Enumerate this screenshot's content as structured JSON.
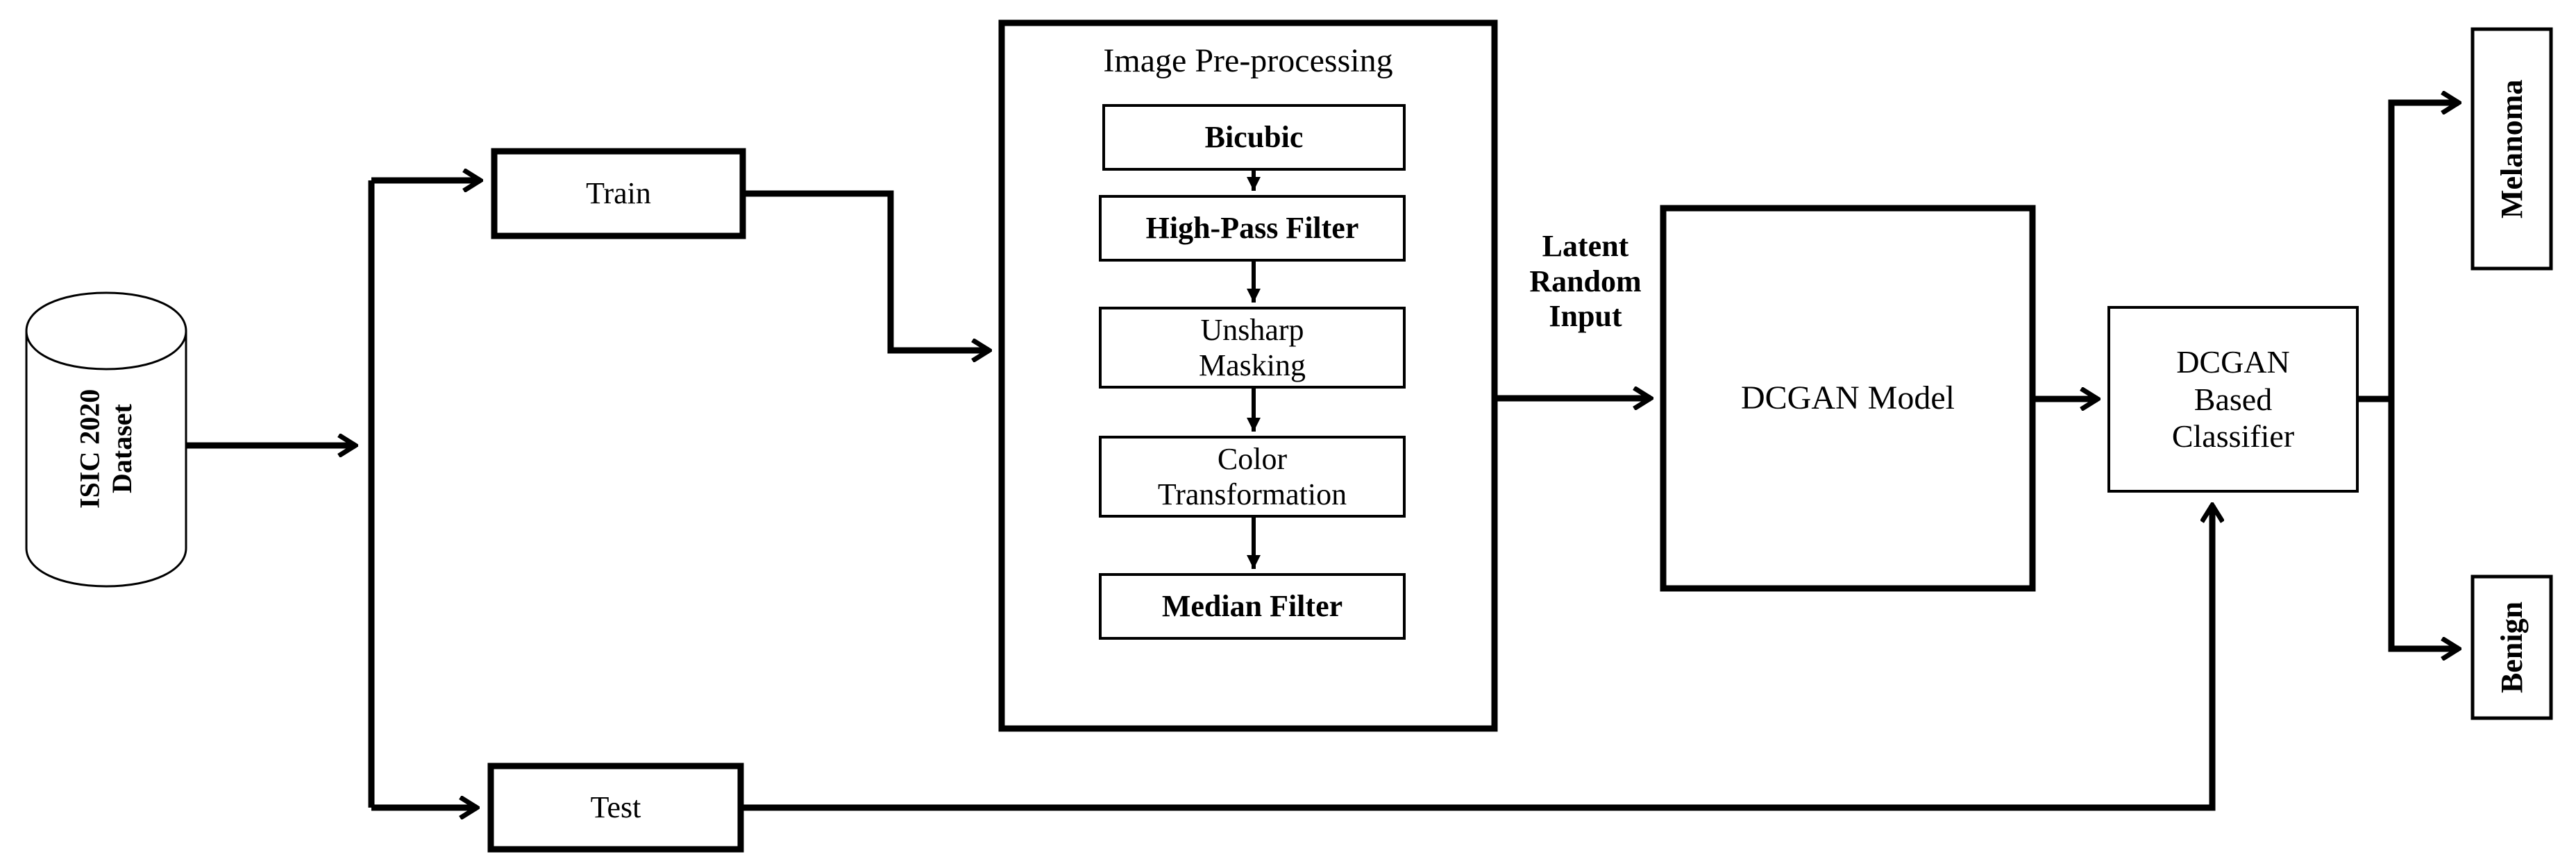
{
  "diagram": {
    "title": "DCGAN-based melanoma classification pipeline flowchart",
    "stroke_color": "#000000",
    "background_color": "#ffffff",
    "fill_color": "#ffffff"
  },
  "nodes": {
    "dataset": {
      "label": "ISIC 2020\nDataset",
      "shape": "cylinder",
      "orientation": "vertical-text"
    },
    "train": {
      "label": "Train",
      "shape": "rectangle"
    },
    "test": {
      "label": "Test",
      "shape": "rectangle"
    },
    "preprocessing": {
      "title": "Image Pre-processing",
      "shape": "container",
      "steps": [
        {
          "label": "Bicubic"
        },
        {
          "label": "High-Pass Filter"
        },
        {
          "label": "Unsharp\nMasking"
        },
        {
          "label": "Color\nTransformation"
        },
        {
          "label": "Median Filter"
        }
      ]
    },
    "dcgan_model": {
      "label": "DCGAN Model",
      "shape": "rectangle"
    },
    "classifier": {
      "label": "DCGAN\nBased\nClassifier",
      "shape": "rectangle"
    },
    "melanoma": {
      "label": "Melanoma",
      "shape": "rectangle",
      "orientation": "vertical-text"
    },
    "benign": {
      "label": "Benign",
      "shape": "rectangle",
      "orientation": "vertical-text"
    }
  },
  "annotations": {
    "latent_input": "Latent\nRandom\nInput"
  },
  "edges": [
    {
      "name": "dataset-to-split",
      "from": "dataset",
      "to": "split-junction"
    },
    {
      "name": "split-to-train",
      "from": "split-junction",
      "to": "train"
    },
    {
      "name": "split-to-test",
      "from": "split-junction",
      "to": "test"
    },
    {
      "name": "train-to-preprocessing",
      "from": "train",
      "to": "preprocessing"
    },
    {
      "name": "bicubic-to-highpass",
      "from": "Bicubic",
      "to": "High-Pass Filter"
    },
    {
      "name": "highpass-to-unsharp",
      "from": "High-Pass Filter",
      "to": "Unsharp Masking"
    },
    {
      "name": "unsharp-to-color",
      "from": "Unsharp Masking",
      "to": "Color Transformation"
    },
    {
      "name": "color-to-median",
      "from": "Color Transformation",
      "to": "Median Filter"
    },
    {
      "name": "preprocessing-to-dcgan",
      "from": "preprocessing",
      "to": "dcgan_model"
    },
    {
      "name": "dcgan-to-classifier",
      "from": "dcgan_model",
      "to": "classifier"
    },
    {
      "name": "test-to-classifier",
      "from": "test",
      "to": "classifier"
    },
    {
      "name": "classifier-to-melanoma",
      "from": "classifier",
      "to": "melanoma"
    },
    {
      "name": "classifier-to-benign",
      "from": "classifier",
      "to": "benign"
    }
  ]
}
